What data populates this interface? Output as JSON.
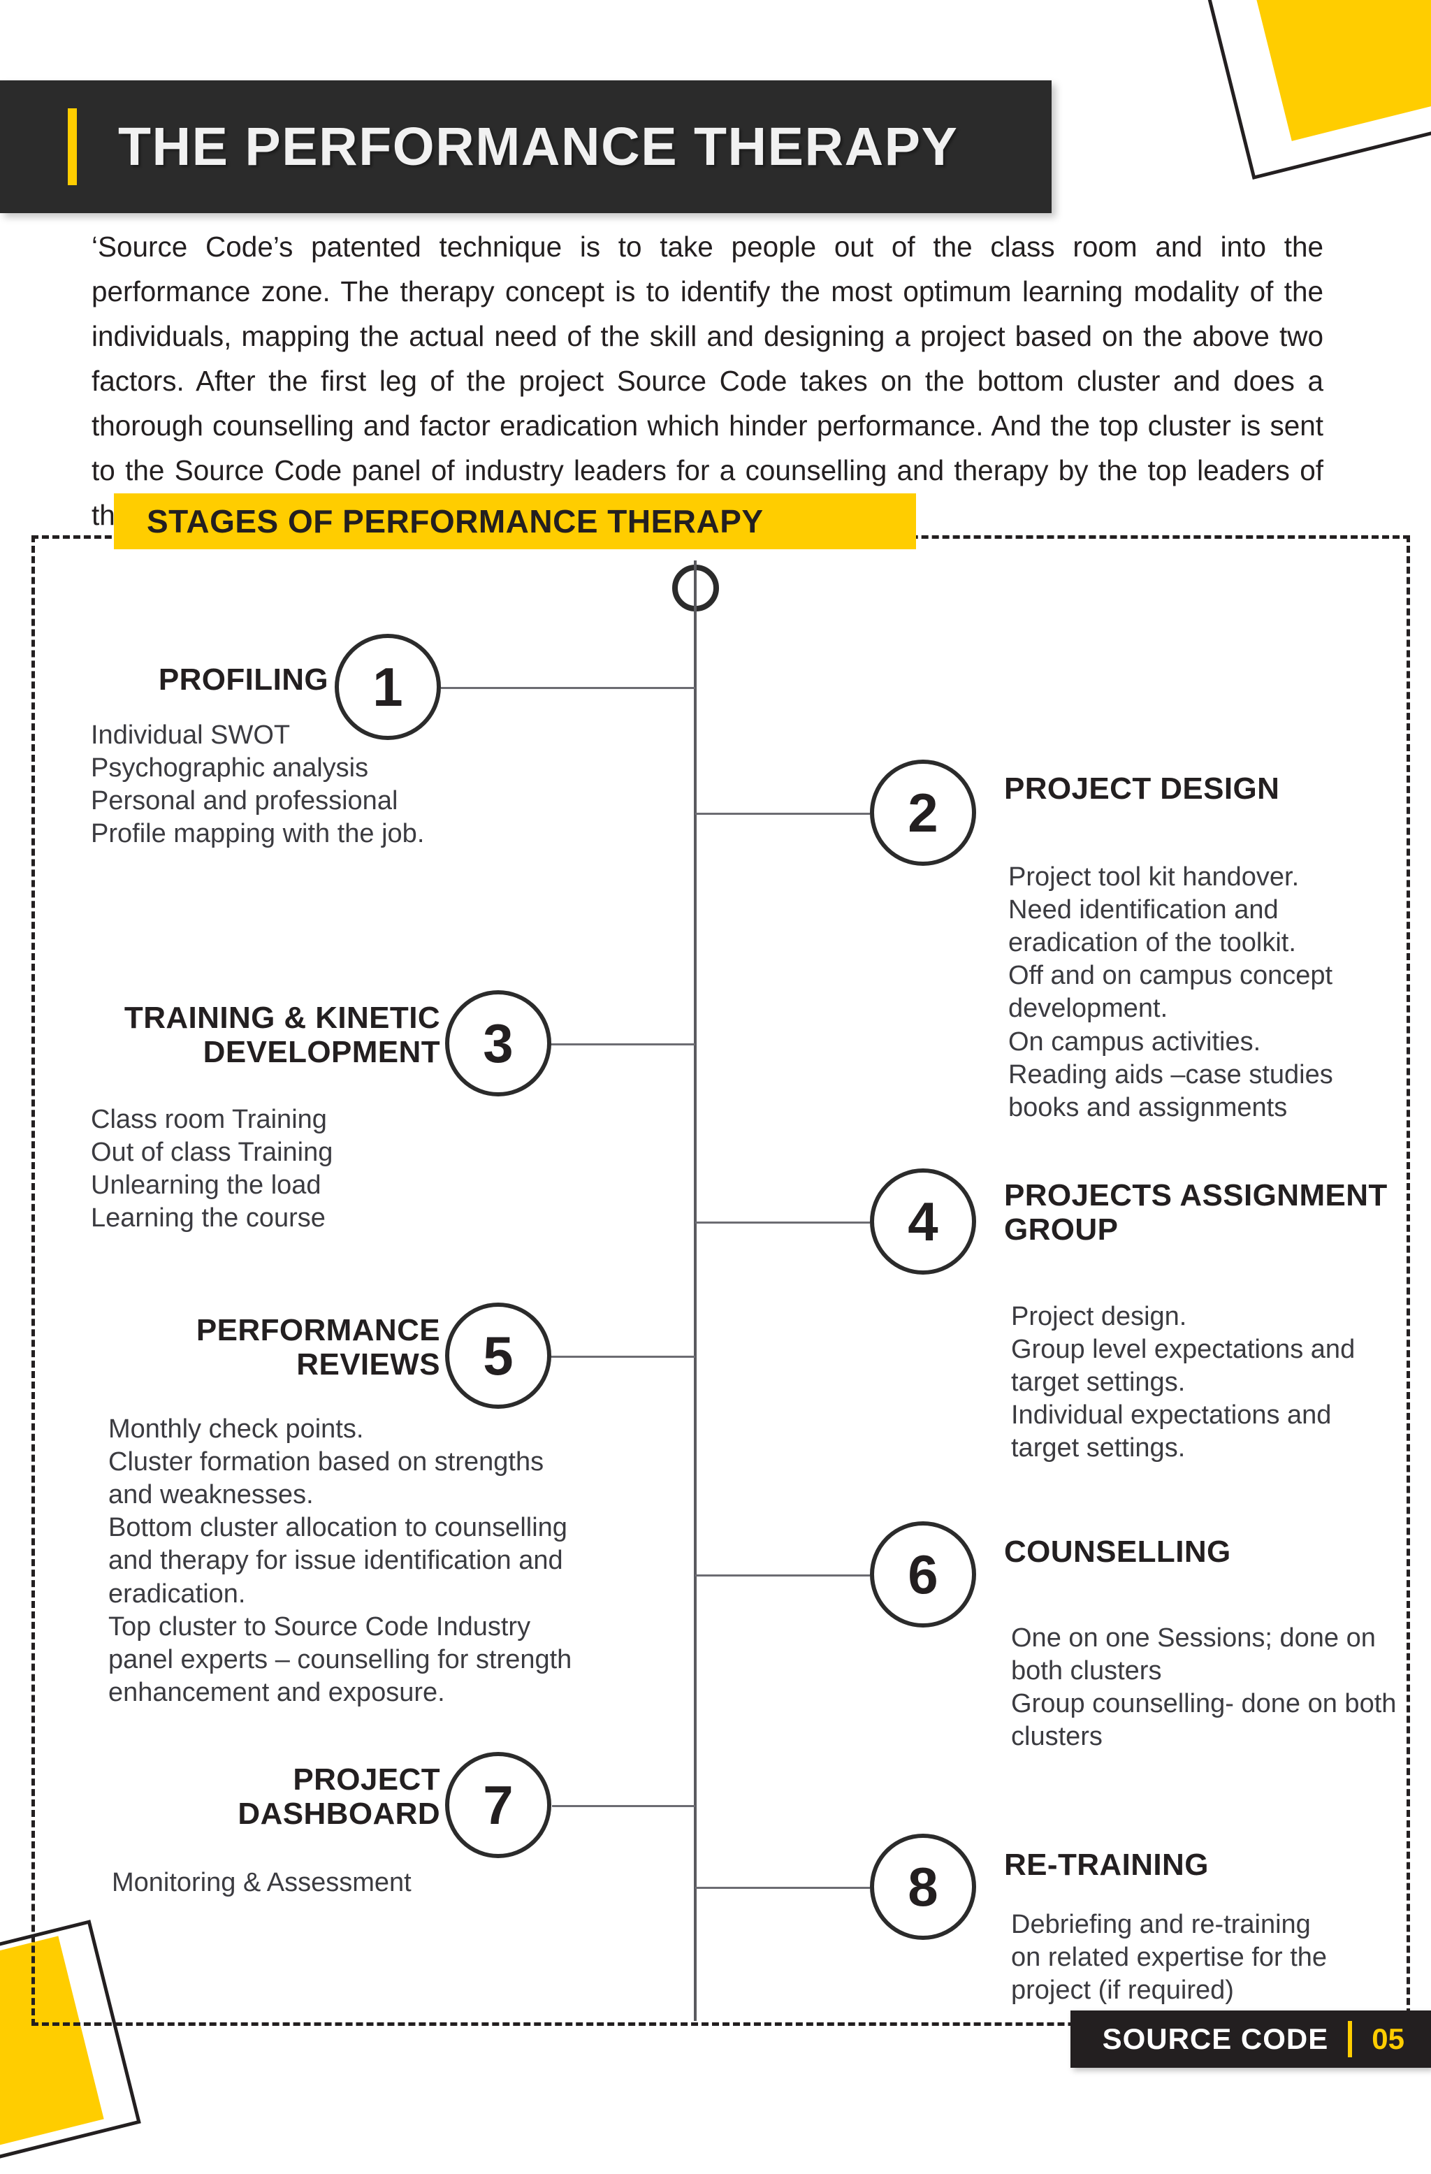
{
  "page": {
    "title": "THE PERFORMANCE THERAPY",
    "intro": "‘Source Code’s patented technique is to take people out of the class room and into the performance zone. The therapy concept is to identify the most optimum learning modality of the individuals, mapping the actual need of the skill and designing a project based on the above two factors. After the first leg of the project Source Code takes on the bottom cluster and does a thorough counselling and factor eradication which hinder performance. And the top cluster is sent to the Source Code panel of industry leaders for a counselling and therapy by the top leaders of the skill. Our panel consists of many industries and companies."
  },
  "section": {
    "band_label": "STAGES OF PERFORMANCE THERAPY"
  },
  "steps": [
    {
      "number": "1",
      "title": "PROFILING",
      "body": "Individual SWOT\nPsychographic analysis\nPersonal and professional\nProfile mapping with the job.",
      "side": "left"
    },
    {
      "number": "2",
      "title": "PROJECT DESIGN",
      "body": "Project tool kit handover.\nNeed identification and\neradication of the toolkit.\nOff and on campus concept\ndevelopment.\nOn campus activities.\nReading aids –case studies\nbooks and assignments",
      "side": "right"
    },
    {
      "number": "3",
      "title": "TRAINING & KINETIC DEVELOPMENT",
      "body": "Class room Training\nOut of class Training\nUnlearning the load\nLearning the course",
      "side": "left"
    },
    {
      "number": "4",
      "title": "PROJECTS ASSIGNMENT GROUP",
      "body": "Project design.\nGroup level expectations and\ntarget settings.\nIndividual expectations and\ntarget settings.",
      "side": "right"
    },
    {
      "number": "5",
      "title": "PERFORMANCE REVIEWS",
      "body": "Monthly check points.\nCluster formation based on strengths\nand weaknesses.\nBottom cluster allocation to counselling\nand therapy for issue identification and\neradication.\nTop cluster to Source Code Industry\npanel experts – counselling for strength\nenhancement and exposure.",
      "side": "left"
    },
    {
      "number": "6",
      "title": "COUNSELLING",
      "body": "One on one Sessions; done on\nboth clusters\nGroup counselling- done on both\nclusters",
      "side": "right"
    },
    {
      "number": "7",
      "title": "PROJECT DASHBOARD",
      "body": "Monitoring & Assessment",
      "side": "left"
    },
    {
      "number": "8",
      "title": "RE-TRAINING",
      "body": "Debriefing and re-training\non related expertise  for the\nproject (if required)",
      "side": "right"
    }
  ],
  "footer": {
    "brand": "SOURCE CODE",
    "page_number": "05"
  },
  "colors": {
    "accent_yellow": "#FFCD00",
    "dark": "#231f20",
    "bar_dark": "#2b2b2b"
  }
}
